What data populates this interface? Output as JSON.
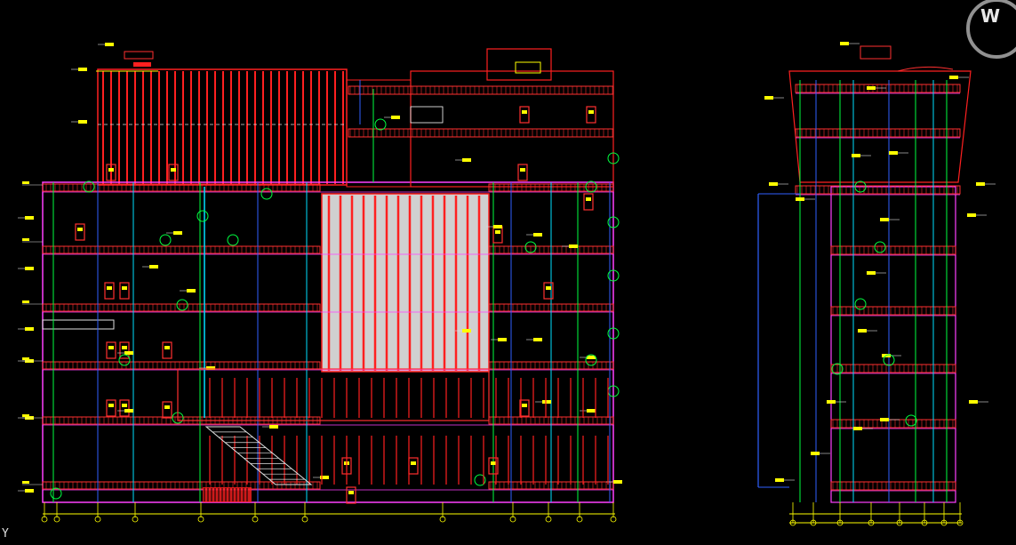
{
  "viewport": {
    "corner_letter": "W",
    "ucs_axis_label": "Y"
  },
  "drawing": {
    "kind": "architectural-sections",
    "colors": {
      "background": "#000000",
      "wall": "#ff2020",
      "slab": "#ff3030",
      "grid": "#ff40ff",
      "annotation": "#ffff00",
      "pipe_green": "#00ff40",
      "pipe_blue": "#3060ff",
      "cyan": "#00e0ff",
      "white": "#e0e0e0",
      "glass_fill": "#d0d0d0"
    }
  }
}
